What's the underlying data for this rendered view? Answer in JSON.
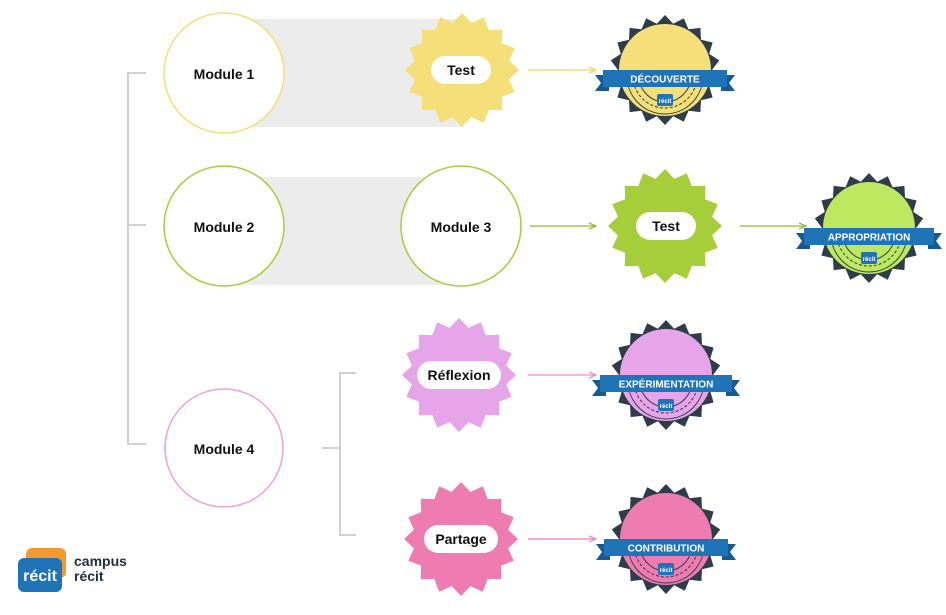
{
  "modules": {
    "m1": "Module 1",
    "m2": "Module 2",
    "m3": "Module 3",
    "m4": "Module 4"
  },
  "activities": {
    "test_yellow": "Test",
    "test_green": "Test",
    "reflexion": "Réflexion",
    "partage": "Partage"
  },
  "badges": {
    "decouverte": "DÉCOUVERTE",
    "appropriation": "APPROPRIATION",
    "experimentation": "EXPÉRIMENTATION",
    "contribution": "CONTRIBUTION"
  },
  "badge_logo_text": "récit",
  "logo": {
    "mark": "récit",
    "line1": "campus",
    "line2": "récit"
  },
  "colors": {
    "yellow": "#f5df78",
    "green": "#a6cd3a",
    "light_green": "#bde85f",
    "lilac": "#e6a5e8",
    "pink": "#ee7cb1",
    "navy": "#2f3d4a",
    "ribbon_blue": "#1f74b8",
    "bracket": "#d0d0d0",
    "panel": "#ececec"
  }
}
